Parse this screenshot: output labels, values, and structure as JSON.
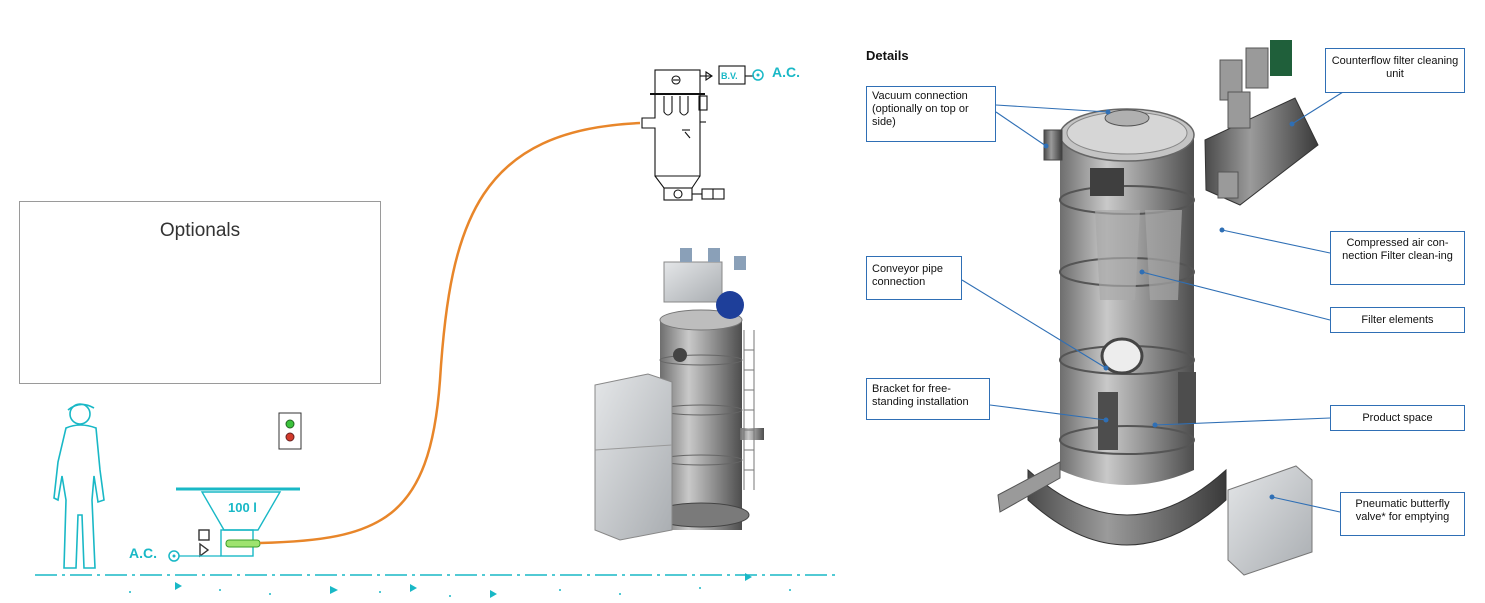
{
  "optionals": {
    "title": "Optionals"
  },
  "process": {
    "ac_left": "A.C.",
    "ac_right": "A.C.",
    "bv": "B.V.",
    "volume": "100 l"
  },
  "details": {
    "title": "Details",
    "callouts": [
      {
        "id": "vacuum",
        "text": "Vacuum connection (optionally on top or side)"
      },
      {
        "id": "counterflow",
        "text": "Counterflow filter cleaning unit"
      },
      {
        "id": "compressed",
        "text": "Compressed air con-nection Filter clean-ing"
      },
      {
        "id": "conveyor",
        "text": "Conveyor pipe connection"
      },
      {
        "id": "filter",
        "text": "Filter elements"
      },
      {
        "id": "bracket",
        "text": "Bracket for free-standing installation"
      },
      {
        "id": "product",
        "text": "Product space"
      },
      {
        "id": "butterfly",
        "text": "Pneumatic butterfly valve* for emptying"
      }
    ]
  },
  "colors": {
    "cyan": "#19b8c6",
    "hose": "#e8862a",
    "callout_border": "#2f6fb5",
    "indicator_green": "#3cc23c",
    "indicator_red": "#d23a2a"
  }
}
